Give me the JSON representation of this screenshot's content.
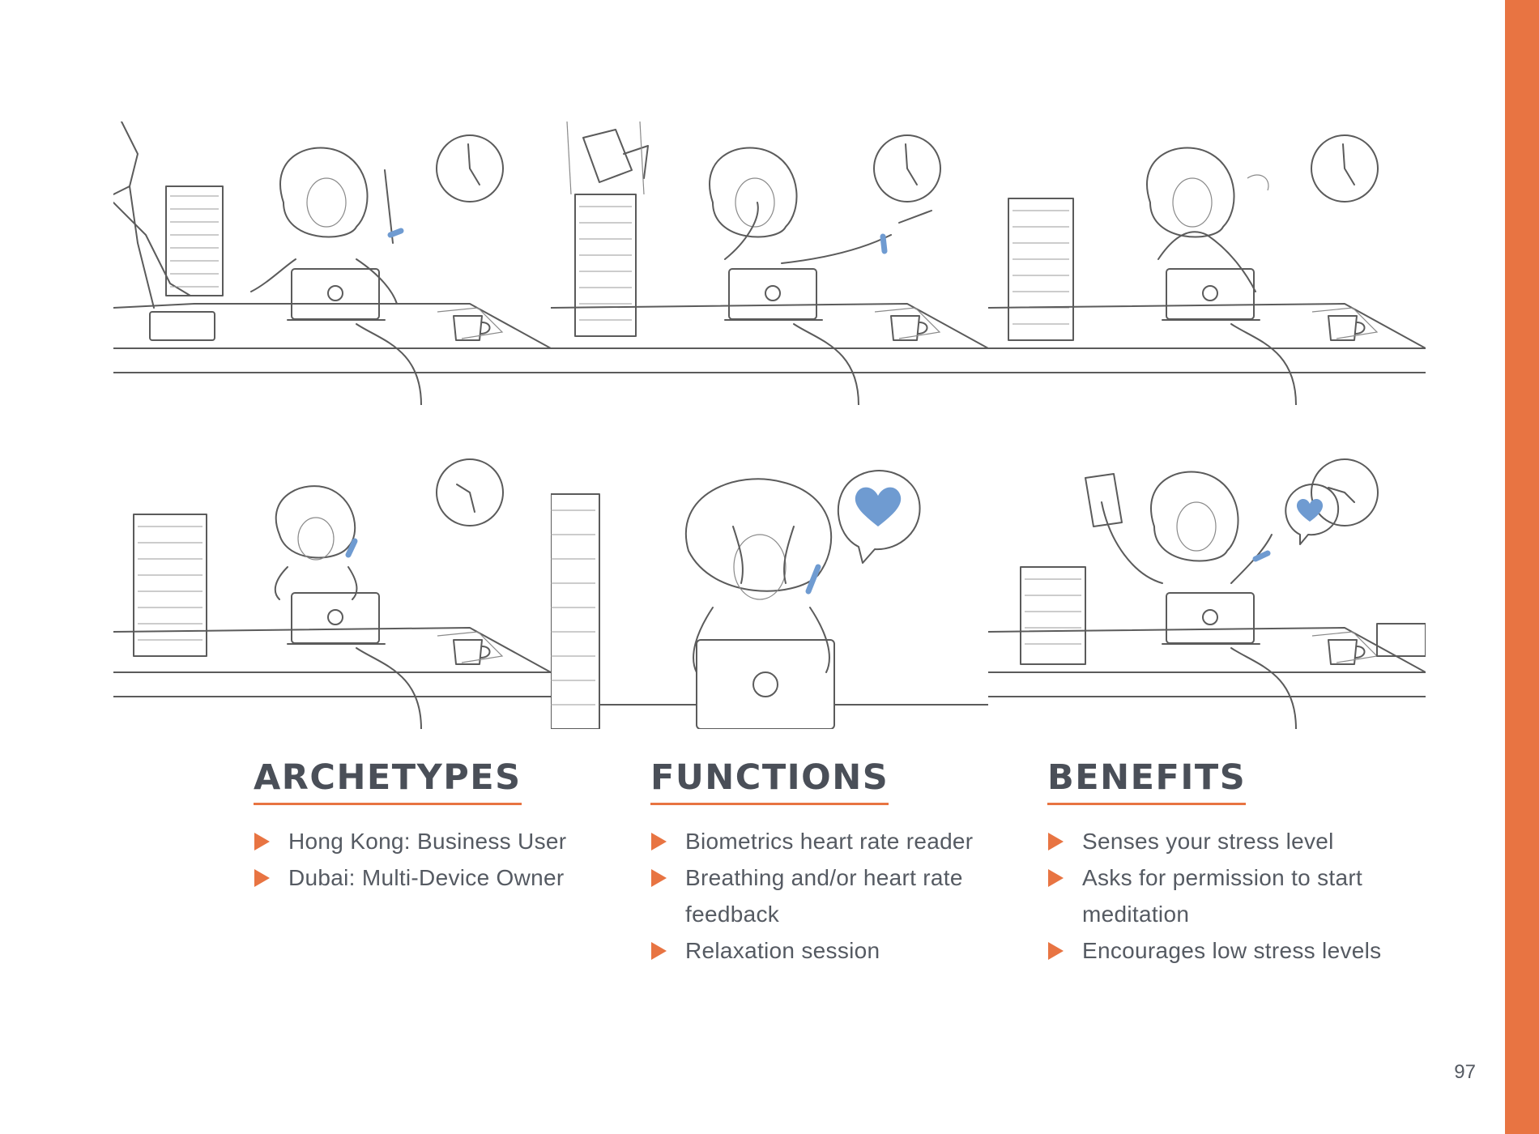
{
  "sections": [
    {
      "title": "ARCHETYPES",
      "items": [
        "Hong Kong: Business User",
        "Dubai: Multi-Device Owner"
      ]
    },
    {
      "title": "FUNCTIONS",
      "items": [
        "Biometrics heart rate reader",
        "Breathing and/or heart rate feedback",
        "Relaxation session"
      ]
    },
    {
      "title": "BENEFITS",
      "items": [
        "Senses your stress level",
        "Asks for permission to start meditation",
        "Encourages low stress levels"
      ]
    }
  ],
  "page_number": "97",
  "colors": {
    "accent": "#e87442",
    "heading": "#4a4f58",
    "body_text": "#555a62",
    "wristband": "#6f9bd1"
  },
  "icons": {
    "bullet": "orange-triangle-bullet-icon",
    "heart": "heart-icon",
    "clock": "wall-clock-icon"
  }
}
